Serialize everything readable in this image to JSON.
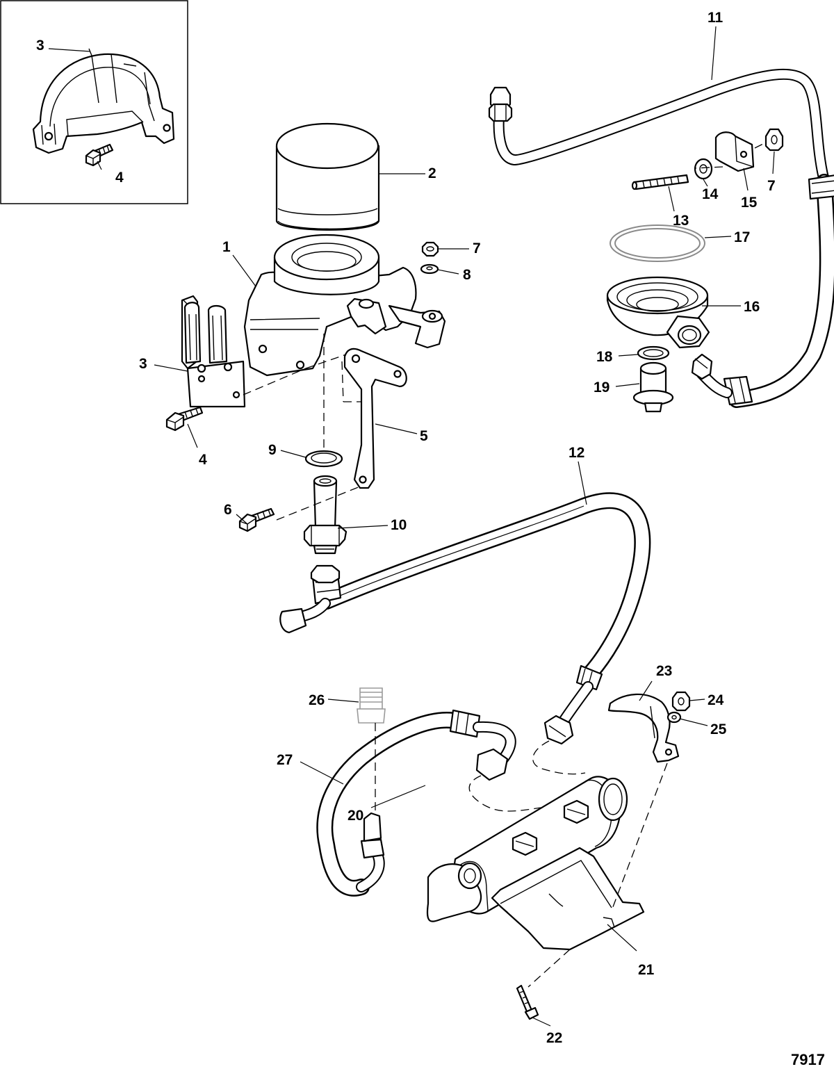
{
  "figure_number": "7917",
  "callouts": [
    {
      "id": "c1",
      "text": "1"
    },
    {
      "id": "c2",
      "text": "2"
    },
    {
      "id": "c3a",
      "text": "3"
    },
    {
      "id": "c3b",
      "text": "3"
    },
    {
      "id": "c4a",
      "text": "4"
    },
    {
      "id": "c4b",
      "text": "4"
    },
    {
      "id": "c5",
      "text": "5"
    },
    {
      "id": "c6",
      "text": "6"
    },
    {
      "id": "c7a",
      "text": "7"
    },
    {
      "id": "c7b",
      "text": "7"
    },
    {
      "id": "c8",
      "text": "8"
    },
    {
      "id": "c9",
      "text": "9"
    },
    {
      "id": "c10",
      "text": "10"
    },
    {
      "id": "c11",
      "text": "11"
    },
    {
      "id": "c12",
      "text": "12"
    },
    {
      "id": "c13",
      "text": "13"
    },
    {
      "id": "c14",
      "text": "14"
    },
    {
      "id": "c15",
      "text": "15"
    },
    {
      "id": "c16",
      "text": "16"
    },
    {
      "id": "c17",
      "text": "17"
    },
    {
      "id": "c18",
      "text": "18"
    },
    {
      "id": "c19",
      "text": "19"
    },
    {
      "id": "c20",
      "text": "20"
    },
    {
      "id": "c21",
      "text": "21"
    },
    {
      "id": "c22",
      "text": "22"
    },
    {
      "id": "c23",
      "text": "23"
    },
    {
      "id": "c24",
      "text": "24"
    },
    {
      "id": "c25",
      "text": "25"
    },
    {
      "id": "c26",
      "text": "26"
    },
    {
      "id": "c27",
      "text": "27"
    }
  ]
}
